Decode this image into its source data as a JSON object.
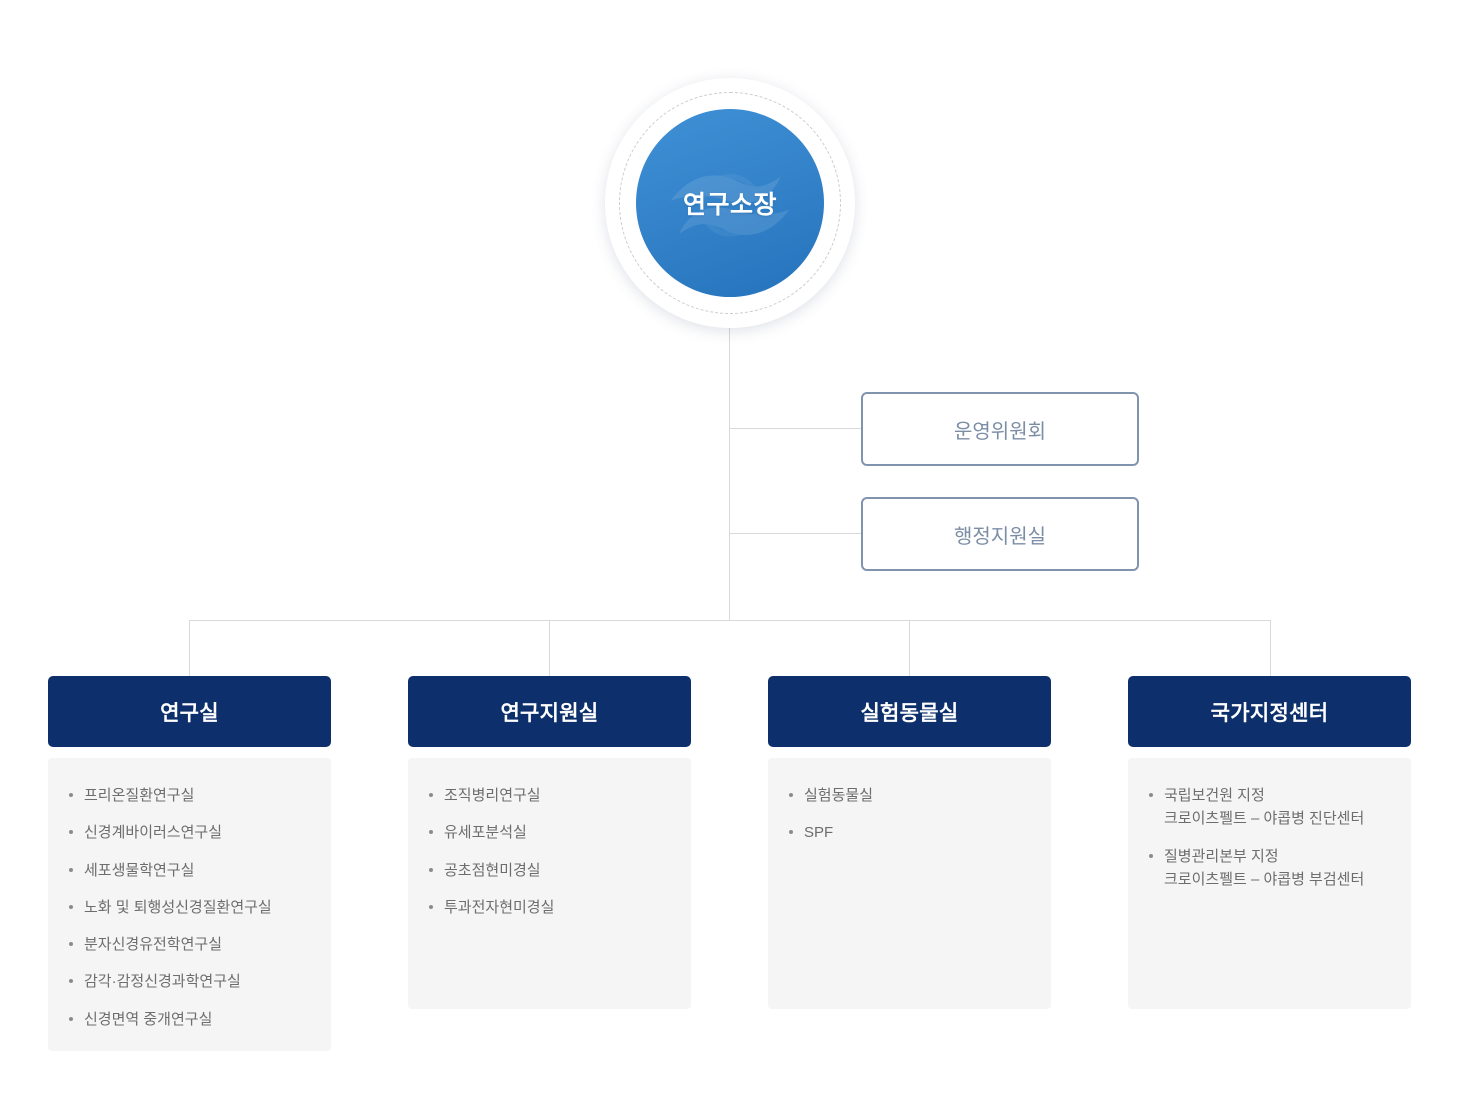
{
  "root": {
    "label": "연구소장",
    "icon": "wave-logo-watermark"
  },
  "side_boxes": [
    {
      "label": "운영위원회"
    },
    {
      "label": "행정지원실"
    }
  ],
  "columns": [
    {
      "title": "연구실",
      "items": [
        {
          "text": "프리온질환연구실"
        },
        {
          "text": "신경계바이러스연구실"
        },
        {
          "text": "세포생물학연구실"
        },
        {
          "text": "노화 및 퇴행성신경질환연구실"
        },
        {
          "text": "분자신경유전학연구실"
        },
        {
          "text": "감각·감정신경과학연구실"
        },
        {
          "text": "신경면역 중개연구실"
        }
      ]
    },
    {
      "title": "연구지원실",
      "items": [
        {
          "text": "조직병리연구실"
        },
        {
          "text": "유세포분석실"
        },
        {
          "text": "공초점현미경실"
        },
        {
          "text": "투과전자현미경실"
        }
      ]
    },
    {
      "title": "실험동물실",
      "items": [
        {
          "text": "실험동물실"
        },
        {
          "text": "SPF"
        }
      ]
    },
    {
      "title": "국가지정센터",
      "items": [
        {
          "text": "국립보건원 지정",
          "sub": "크로이츠펠트 – 야콥병 진단센터"
        },
        {
          "text": "질병관리본부 지정",
          "sub": "크로이츠펠트 – 야콥병 부검센터"
        }
      ]
    }
  ],
  "colors": {
    "header_navy": "#0d2f6b",
    "root_blue": "#3483ca",
    "side_border": "#8095ad",
    "side_text": "#7c8ea6",
    "body_bg": "#f5f5f5",
    "line": "#d9d9d9"
  }
}
